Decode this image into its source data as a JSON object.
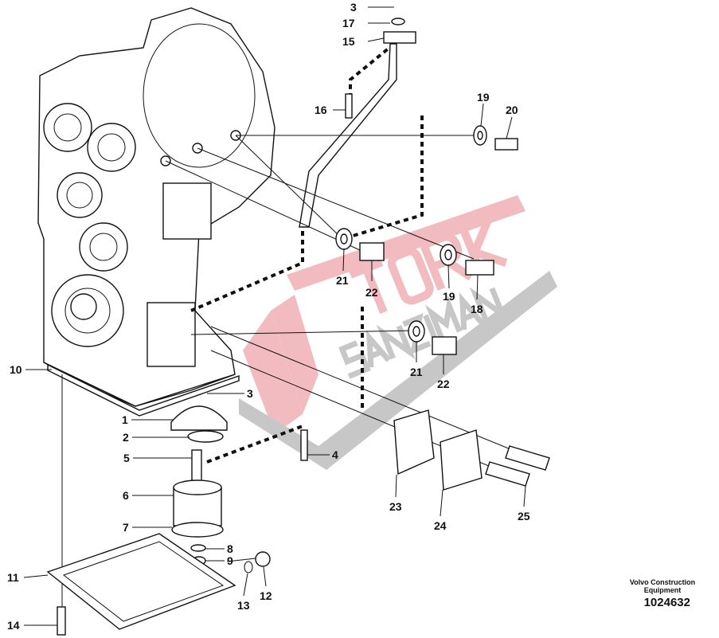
{
  "diagram": {
    "callouts": [
      {
        "id": "c3a",
        "text": "3"
      },
      {
        "id": "c17",
        "text": "17"
      },
      {
        "id": "c15",
        "text": "15"
      },
      {
        "id": "c16",
        "text": "16"
      },
      {
        "id": "c19a",
        "text": "19"
      },
      {
        "id": "c20",
        "text": "20"
      },
      {
        "id": "c21a",
        "text": "21"
      },
      {
        "id": "c22a",
        "text": "22"
      },
      {
        "id": "c19b",
        "text": "19"
      },
      {
        "id": "c18",
        "text": "18"
      },
      {
        "id": "c21b",
        "text": "21"
      },
      {
        "id": "c22b",
        "text": "22"
      },
      {
        "id": "c3b",
        "text": "3"
      },
      {
        "id": "c10",
        "text": "10"
      },
      {
        "id": "c1",
        "text": "1"
      },
      {
        "id": "c2",
        "text": "2"
      },
      {
        "id": "c5",
        "text": "5"
      },
      {
        "id": "c4",
        "text": "4"
      },
      {
        "id": "c6",
        "text": "6"
      },
      {
        "id": "c7",
        "text": "7"
      },
      {
        "id": "c8",
        "text": "8"
      },
      {
        "id": "c9",
        "text": "9"
      },
      {
        "id": "c23",
        "text": "23"
      },
      {
        "id": "c24",
        "text": "24"
      },
      {
        "id": "c25",
        "text": "25"
      },
      {
        "id": "c11",
        "text": "11"
      },
      {
        "id": "c12",
        "text": "12"
      },
      {
        "id": "c13",
        "text": "13"
      },
      {
        "id": "c14",
        "text": "14"
      }
    ],
    "credit": "Volvo Construction Equipment",
    "document_number": "1024632",
    "watermark": {
      "line1": "TORK",
      "line2": "SANZIMAN",
      "colors": {
        "red": "#e8848c",
        "gray": "#9a9a9a"
      }
    }
  }
}
